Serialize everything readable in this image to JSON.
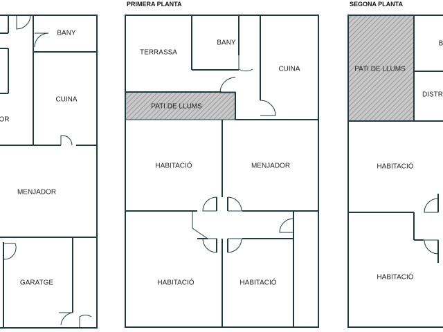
{
  "floors": {
    "ground": {
      "labels": {
        "bany": "BANY",
        "cuina": "CUINA",
        "rebedor": "OR",
        "menjador": "MENJADOR",
        "garatge": "GARATGE"
      }
    },
    "first": {
      "title": "PRIMERA PLANTA",
      "labels": {
        "terrassa": "TERRASSA",
        "bany": "BANY",
        "cuina": "CUINA",
        "pati": "PATI DE LLUMS",
        "habitacio1": "HABITACIÓ",
        "menjador": "MENJADOR",
        "habitacio2": "HABITACIÓ",
        "habitacio3": "HABITACIÓ"
      }
    },
    "second": {
      "title": "SEGONA PLANTA",
      "labels": {
        "pati": "PATI DE LLUMS",
        "bany": "B",
        "distribuidor": "DISTR",
        "habitacio1": "HABITACIÓ",
        "habitacio2": "HABITACIÓ"
      }
    }
  },
  "colors": {
    "wall": "#1f3b40",
    "hatch": "#8a8a8a",
    "hatch_bg": "#c8c8c8"
  }
}
